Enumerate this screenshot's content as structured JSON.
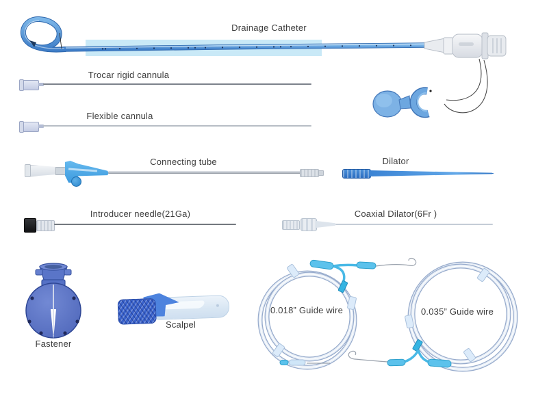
{
  "figure": {
    "background": "#ffffff",
    "items": {
      "drainage_catheter": {
        "label": "Drainage Catheter"
      },
      "trocar_rigid_cannula": {
        "label": "Trocar rigid cannula"
      },
      "flexible_cannula": {
        "label": "Flexible cannula"
      },
      "connecting_tube": {
        "label": "Connecting tube"
      },
      "dilator": {
        "label": "Dilator"
      },
      "introducer_needle": {
        "label": "Introducer needle(21Ga)"
      },
      "coaxial_dilator": {
        "label": "Coaxial Dilator(6Fr )"
      },
      "fastener": {
        "label": "Fastener"
      },
      "scalpel": {
        "label": "Scalpel"
      },
      "guide_wire_018": {
        "label": "0.018” Guide wire"
      },
      "guide_wire_035": {
        "label": "0.035” Guide wire"
      }
    },
    "colors": {
      "catheter_blue": "#4f93d6",
      "sheath_band_blue": "#c9e9f7",
      "clamp_blue": "#45a7e8",
      "dilator_blue": "#2e78cc",
      "fastener_blue": "#5571c6",
      "scalpel_handle_blue": "#3a63cc",
      "guide_wire_hub_blue": "#5cc2ec",
      "label_text": "#3d3d3d"
    }
  }
}
